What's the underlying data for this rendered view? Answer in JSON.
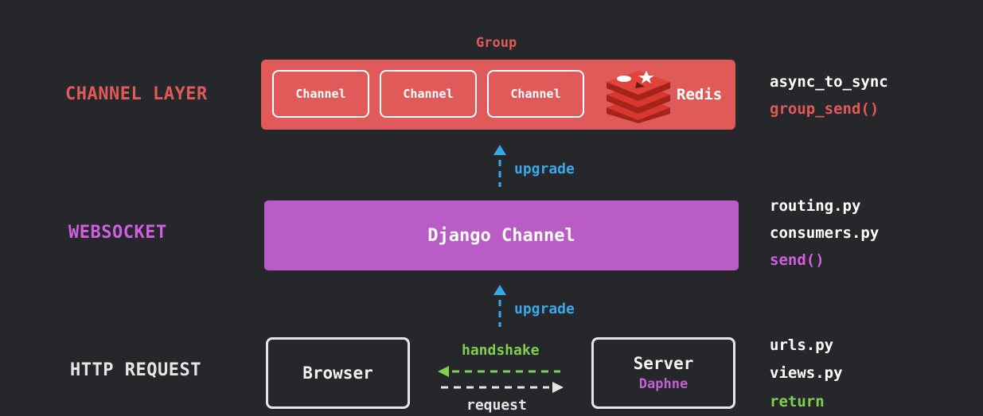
{
  "colors": {
    "background": "#26272b",
    "channel_layer": "#e05a5a",
    "websocket": "#b95cc6",
    "upgrade": "#3aa7e8",
    "handshake": "#7fcf50",
    "request": "#e6e6e6"
  },
  "layers": {
    "channel_layer": "CHANNEL LAYER",
    "websocket": "WEBSOCKET",
    "http_request": "HTTP REQUEST"
  },
  "group": {
    "label": "Group",
    "channels": [
      "Channel",
      "Channel",
      "Channel"
    ],
    "redis_label": "Redis",
    "redis_icon": "redis-logo-icon"
  },
  "websocket": {
    "box_label": "Django Channel"
  },
  "edges": {
    "upgrade_top": "upgrade",
    "upgrade_bottom": "upgrade",
    "handshake": "handshake",
    "request": "request"
  },
  "http": {
    "browser": "Browser",
    "server": "Server",
    "server_sub": "Daphne"
  },
  "side_notes": {
    "channel_layer": [
      "async_to_sync",
      "group_send()"
    ],
    "websocket": [
      "routing.py",
      "consumers.py",
      "send()"
    ],
    "http_request": [
      "urls.py",
      "views.py",
      "return"
    ]
  }
}
